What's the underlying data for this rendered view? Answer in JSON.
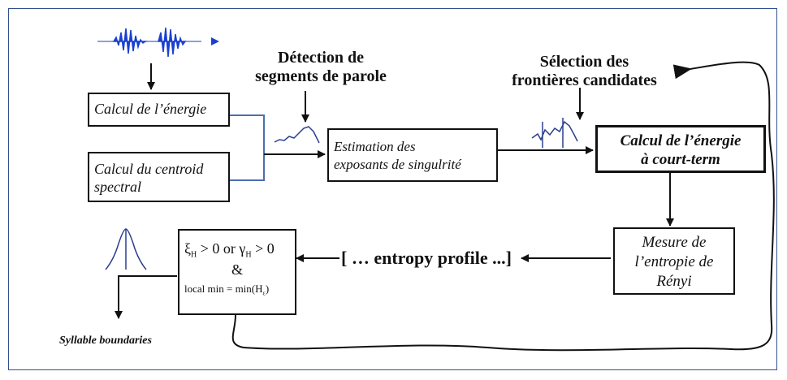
{
  "labels": {
    "detection_line1": "Détection de",
    "detection_line2": "segments de parole",
    "selection_line1": "Sélection des",
    "selection_line2": "frontières candidates",
    "calc_energie": "Calcul de l’énergie",
    "calc_centroid_line1": "Calcul du centroid",
    "calc_centroid_line2": "spectral",
    "estimation_line1": "Estimation des",
    "estimation_line2": "exposants de singulrité",
    "short_term_line1": "Calcul de l’énergie",
    "short_term_line2": "à court-term",
    "renyi_line1": "Mesure de",
    "renyi_line2": "l’entropie de",
    "renyi_line3": "Rényi",
    "entropy_profile": "[ … entropy profile ...]",
    "condition_xi": "ξ",
    "condition_sub_h1": "H",
    "condition_mid": " > 0 or γ",
    "condition_sub_h2": "H",
    "condition_end": " > 0",
    "ampersand": "&",
    "local_min": "local min = min(H",
    "local_min_sub": "ε",
    "local_min_end": ")",
    "syllable_boundaries": "Syllable boundaries"
  },
  "colors": {
    "frame": "#2f4f8f",
    "connector_blue": "#4a6fb0",
    "waveform": "#1a40d0",
    "curve": "#2b3f8f"
  }
}
